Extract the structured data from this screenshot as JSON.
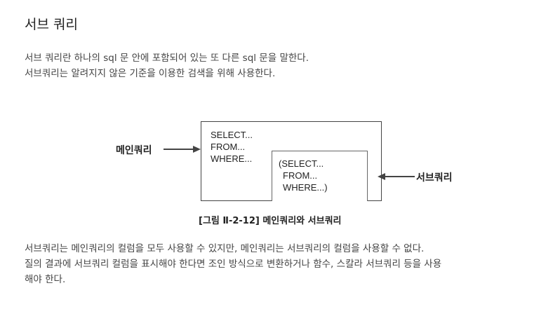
{
  "title": "서브 쿼리",
  "intro": {
    "line1": "서브 쿼리란 하나의 sql 문 안에 포함되어 있는 또 다른 sql 문을 말한다.",
    "line2": "서브쿼리는 알려지지 않은 기준을 이용한 검색을 위해 사용한다."
  },
  "figure": {
    "main_query_label": "메인쿼리",
    "sub_query_label": "서브쿼리",
    "main_code": [
      "SELECT...",
      "FROM...",
      "WHERE..."
    ],
    "sub_code": [
      "(SELECT...",
      "FROM...",
      "WHERE...)"
    ],
    "caption": "[그림 Ⅱ-2-12] 메인쿼리와 서브쿼리"
  },
  "body": {
    "line1": "서브쿼리는 메인쿼리의 컬럼을 모두 사용할 수 있지만, 메인쿼리는 서브쿼리의 컬럼을 사용할 수 없다.",
    "line2": "질의 결과에 서브쿼리 컬럼을 표시해야 한다면 조인 방식으로 변환하거나 함수, 스칼라 서브쿼리 등을 사용",
    "line3": "해야 한다."
  }
}
